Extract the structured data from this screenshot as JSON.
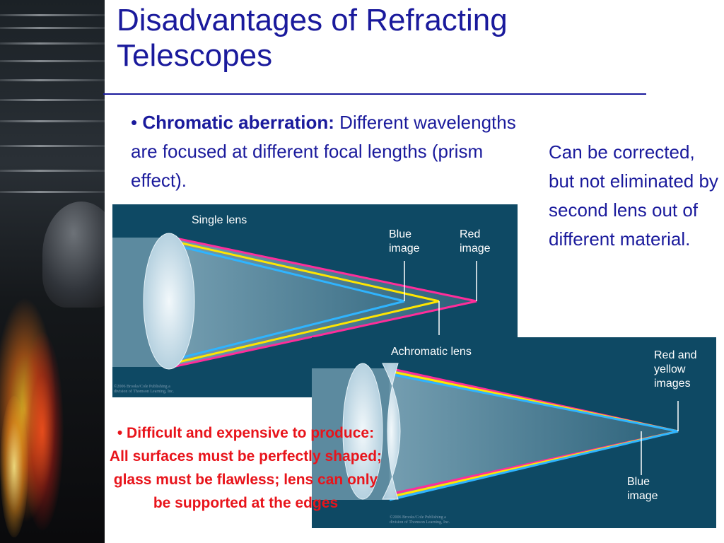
{
  "slide": {
    "title": "Disadvantages of Refracting Telescopes",
    "bullet1": {
      "marker": "• ",
      "term": "Chromatic aberration:",
      "text": " Different wavelengths are focused at different focal lengths (prism effect)."
    },
    "side_note": "Can be corrected, but not eliminated by second lens out of different material.",
    "bullet2": "• Difficult and expensive to produce: All surfaces must be perfectly shaped; glass must be flawless; lens can only be supported at the edges"
  },
  "figure1": {
    "label": "Single lens",
    "blue_label": [
      "Blue",
      "image"
    ],
    "red_label": [
      "Red",
      "image"
    ],
    "credit": [
      "©2006 Brooks/Cole Publishing a",
      "division of Thomson Learning, Inc."
    ]
  },
  "figure2": {
    "label": "Achromatic lens",
    "red_yellow_label": [
      "Red and",
      "yellow",
      "images"
    ],
    "blue_label": [
      "Blue",
      "image"
    ],
    "credit": [
      "©2006 Brooks/Cole Publishing a",
      "division of Thomson Learning, Inc."
    ]
  },
  "colors": {
    "title": "#1a1a9c",
    "body_text": "#1a1a9c",
    "highlight_text": "#e8141b",
    "figure_background": "#0e4964",
    "ray_blue": "#2fb4ff",
    "ray_yellow": "#ffe600",
    "ray_magenta": "#ff2d9a"
  }
}
